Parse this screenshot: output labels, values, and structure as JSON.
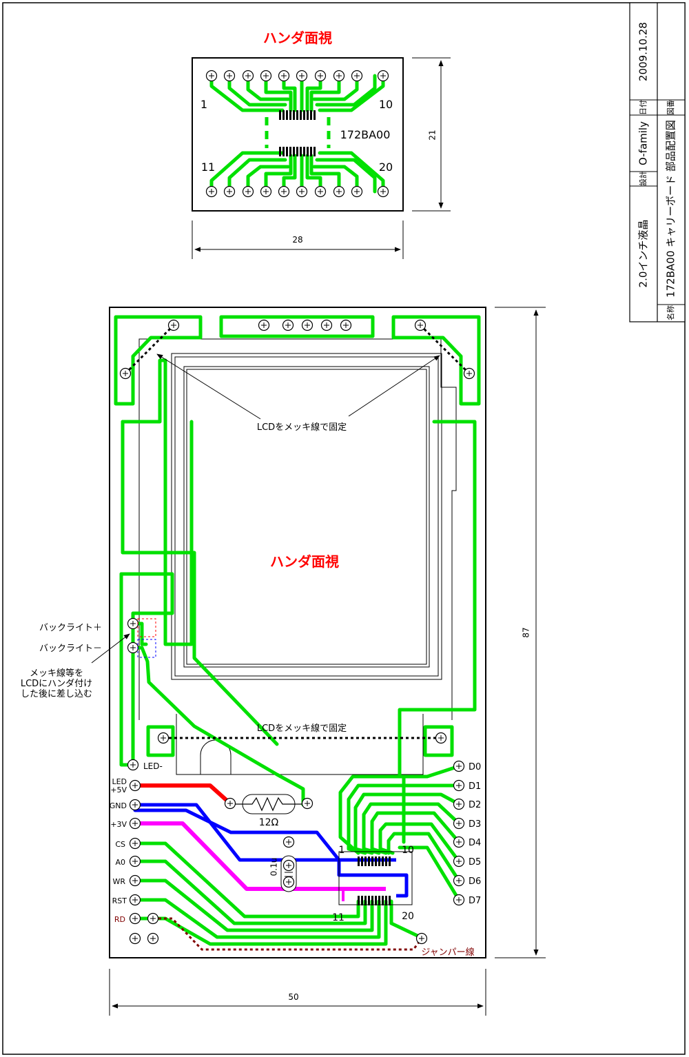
{
  "title_block": {
    "date": "2009.10.28",
    "date_label": "日付",
    "drawing_no_label": "図番",
    "designer_label": "設計",
    "designer": "O-family",
    "title_line1": "2.0インチ液晶",
    "title_line2": "172BA00 キャリーボード 部品配置図",
    "name_label": "名称"
  },
  "small_board": {
    "heading": "ハンダ面視",
    "pin1": "1",
    "pin10": "10",
    "pin11": "11",
    "pin20": "20",
    "part": "172BA00",
    "dim_height": "21",
    "dim_width": "28"
  },
  "main_board": {
    "heading": "ハンダ面視",
    "note_fix_top": "LCDをメッキ線で固定",
    "note_fix_bottom": "LCDをメッキ線で固定",
    "backlight_plus": "バックライト＋",
    "backlight_minus": "バックライト－",
    "note_insert_1": "メッキ線等を",
    "note_insert_2": "LCDにハンダ付け",
    "note_insert_3": "した後に差し込む",
    "led_minus": "LED-",
    "led_plus_1": "LED",
    "led_plus_2": "+5V",
    "gnd": "GND",
    "v3": "+3V",
    "cs": "CS",
    "a0": "A0",
    "wr": "WR",
    "rst": "RST",
    "rd": "RD",
    "d_labels": [
      "D0",
      "D1",
      "D2",
      "D3",
      "D4",
      "D5",
      "D6",
      "D7"
    ],
    "resistor": "12Ω",
    "capacitor": "0.1u",
    "pin1": "1",
    "pin10": "10",
    "pin11": "11",
    "pin20": "20",
    "jumper": "ジャンパー線",
    "dim_height": "87",
    "dim_width": "50"
  },
  "colors": {
    "trace": "#00e000",
    "led": "#ff0000",
    "gnd": "#0000ff",
    "v3": "#ff00ff",
    "jumper": "#800000",
    "heading": "#ff0000"
  }
}
